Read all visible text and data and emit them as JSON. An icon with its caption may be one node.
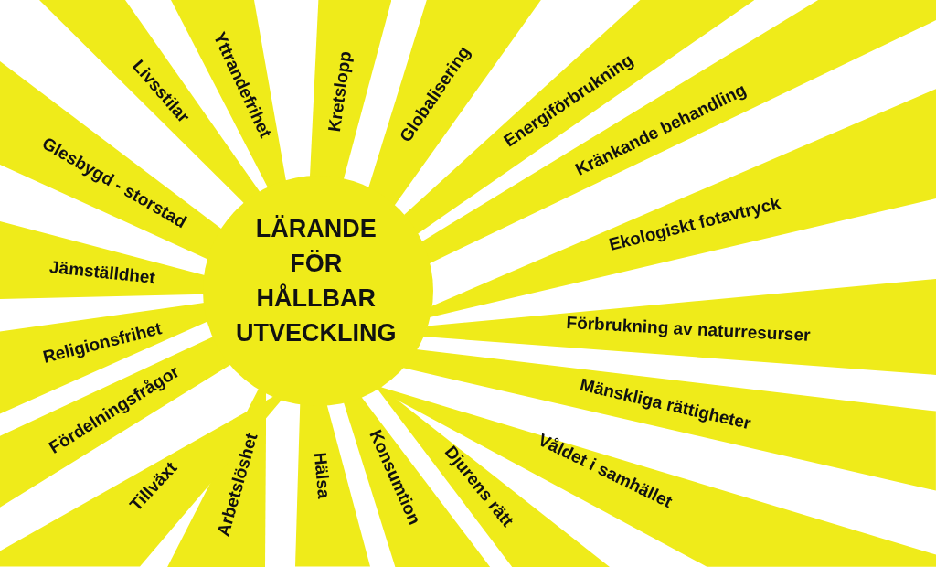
{
  "diagram": {
    "nodes": [
      {
        "text": [
          "LÄRANDE FÖR HÅLLBAR UTVECKLING"
        ]
      },
      {
        "text": [
          "Glesbygd - storstad"
        ]
      },
      {
        "text": [
          "Livsstilar"
        ]
      },
      {
        "text": [
          "Yttrandefrihet"
        ]
      },
      {
        "text": [
          "Kretslopp"
        ]
      },
      {
        "text": [
          "Globalisering"
        ]
      },
      {
        "text": [
          "Energiförbrukning"
        ]
      },
      {
        "text": [
          "Kränkande behandling"
        ]
      },
      {
        "text": [
          "Ekologiskt fotavtryck"
        ]
      },
      {
        "text": [
          "Förbrukning av naturresurser"
        ]
      },
      {
        "text": [
          "Mänskliga rättigheter"
        ]
      },
      {
        "text": [
          "Våldet i samhället"
        ]
      },
      {
        "text": [
          "Djurens rätt"
        ]
      },
      {
        "text": [
          "Konsumtion"
        ]
      },
      {
        "text": [
          "Hälsa"
        ]
      },
      {
        "text": [
          "Arbetslöshet"
        ]
      },
      {
        "text": [
          "Tillväxt"
        ]
      },
      {
        "text": [
          "Fördelningsfrågor"
        ]
      },
      {
        "text": [
          "Religionsfrihet"
        ]
      },
      {
        "text": [
          "Jämställdhet"
        ]
      }
    ]
  }
}
